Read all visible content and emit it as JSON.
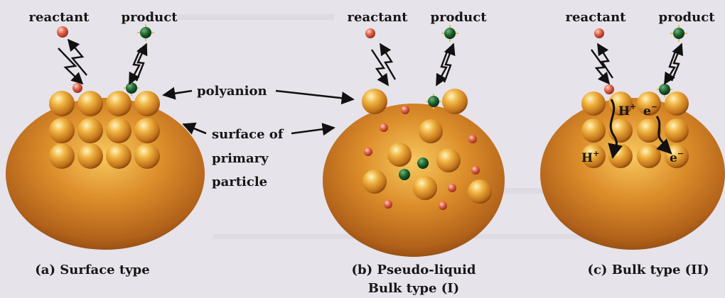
{
  "labels": {
    "reactant": "reactant",
    "product": "product",
    "polyanion": "polyanion",
    "surface_of": "surface of",
    "primary": "primary",
    "particle": "particle",
    "h_plus": "H",
    "plus_sign": "+",
    "e_minus": "e",
    "minus_sign": "−"
  },
  "captions": {
    "a": "(a) Surface type",
    "b_line1": "(b) Pseudo-liquid",
    "b_line2": "Bulk type (I)",
    "c": "(c) Bulk type (II)"
  },
  "colors": {
    "background": "#e6e3ea",
    "particle": "#c7731c",
    "sphere": "#e3a22c",
    "reactant": "#d9573d",
    "product": "#1c5a2c",
    "text": "#161616"
  }
}
